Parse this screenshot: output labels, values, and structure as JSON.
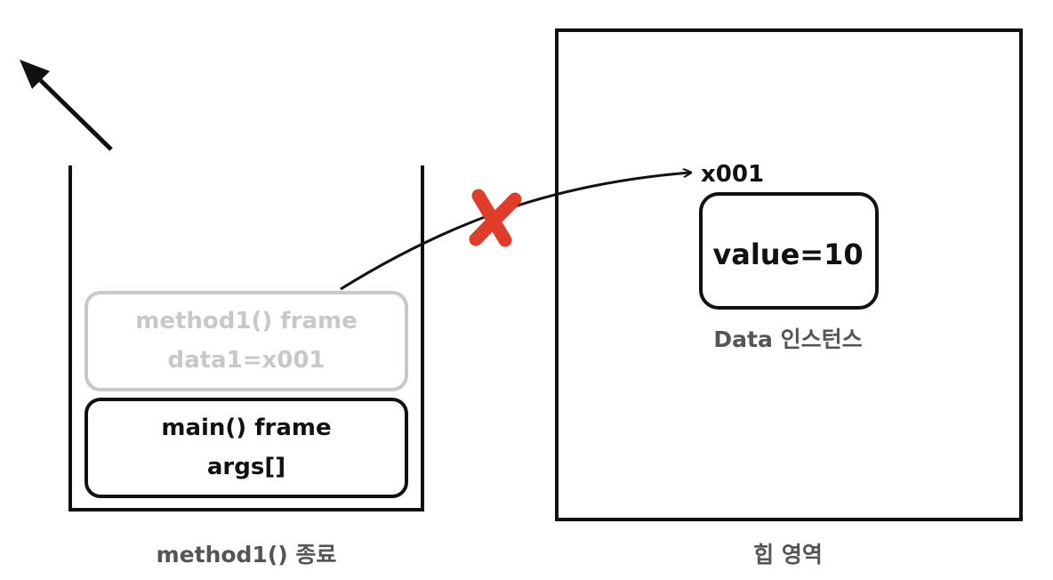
{
  "stack": {
    "popped_frame": {
      "line1": "method1() frame",
      "line2": "data1=x001"
    },
    "main_frame": {
      "line1": "main() frame",
      "line2": "args[]"
    },
    "caption": "method1() 종료"
  },
  "heap": {
    "address": "x001",
    "instance_value": "value=10",
    "instance_label": "Data 인스턴스",
    "caption": "힙 영역"
  },
  "colors": {
    "ink": "#111111",
    "faded": "#c8c8c8",
    "caption_gray": "#555555",
    "cross_red": "#e03c2a"
  }
}
